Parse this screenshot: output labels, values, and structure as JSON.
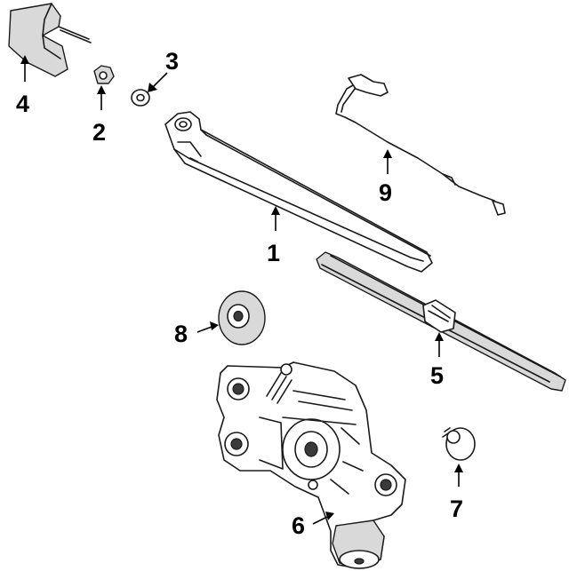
{
  "callouts": [
    {
      "id": "1",
      "text": "1"
    },
    {
      "id": "2",
      "text": "2"
    },
    {
      "id": "3",
      "text": "3"
    },
    {
      "id": "4",
      "text": "4"
    },
    {
      "id": "5",
      "text": "5"
    },
    {
      "id": "6",
      "text": "6"
    },
    {
      "id": "7",
      "text": "7"
    },
    {
      "id": "8",
      "text": "8"
    },
    {
      "id": "9",
      "text": "9"
    }
  ],
  "colors": {
    "background": "#ffffff",
    "line": "#1a1a1a",
    "shade": "#d9d9d9"
  }
}
